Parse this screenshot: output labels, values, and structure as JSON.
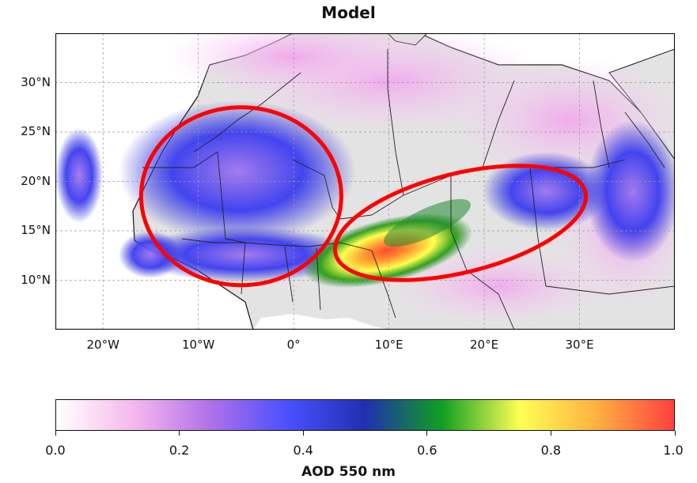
{
  "title": "Model",
  "map": {
    "lon_range": [
      -25,
      40
    ],
    "lat_range": [
      5,
      35
    ],
    "lat_ticks": [
      "30°N",
      "25°N",
      "20°N",
      "15°N",
      "10°N"
    ],
    "lat_values": [
      30,
      25,
      20,
      15,
      10
    ],
    "lon_ticks": [
      "20°W",
      "10°W",
      "0°",
      "10°E",
      "20°E",
      "30°E"
    ],
    "lon_values": [
      -20,
      -10,
      0,
      10,
      20,
      30
    ],
    "land_color": "#e3e3e3",
    "ocean_color": "#ffffff",
    "highlight_color": "#ff0000",
    "highlight_ellipses": [
      {
        "name": "west-sahara-region",
        "center_lon": -5.5,
        "center_lat": 18.5,
        "radius_lon_deg": 10.5,
        "radius_lat_deg": 9.0
      },
      {
        "name": "central-sahel-region",
        "center_lon": 17.5,
        "center_lat": 15.8,
        "radius_lon_deg": 13.5,
        "radius_lat_deg": 5.0
      }
    ]
  },
  "colorbar": {
    "label": "AOD 550 nm",
    "min": 0.0,
    "max": 1.0,
    "ticks": [
      "0.0",
      "0.2",
      "0.4",
      "0.6",
      "0.8",
      "1.0"
    ],
    "tick_values": [
      0.0,
      0.2,
      0.4,
      0.6,
      0.8,
      1.0
    ],
    "colors": [
      "#ffffff",
      "#f5b8ec",
      "#b070ea",
      "#4a50ff",
      "#2030b0",
      "#10a020",
      "#ffff55",
      "#ffb040",
      "#ff4040"
    ]
  }
}
